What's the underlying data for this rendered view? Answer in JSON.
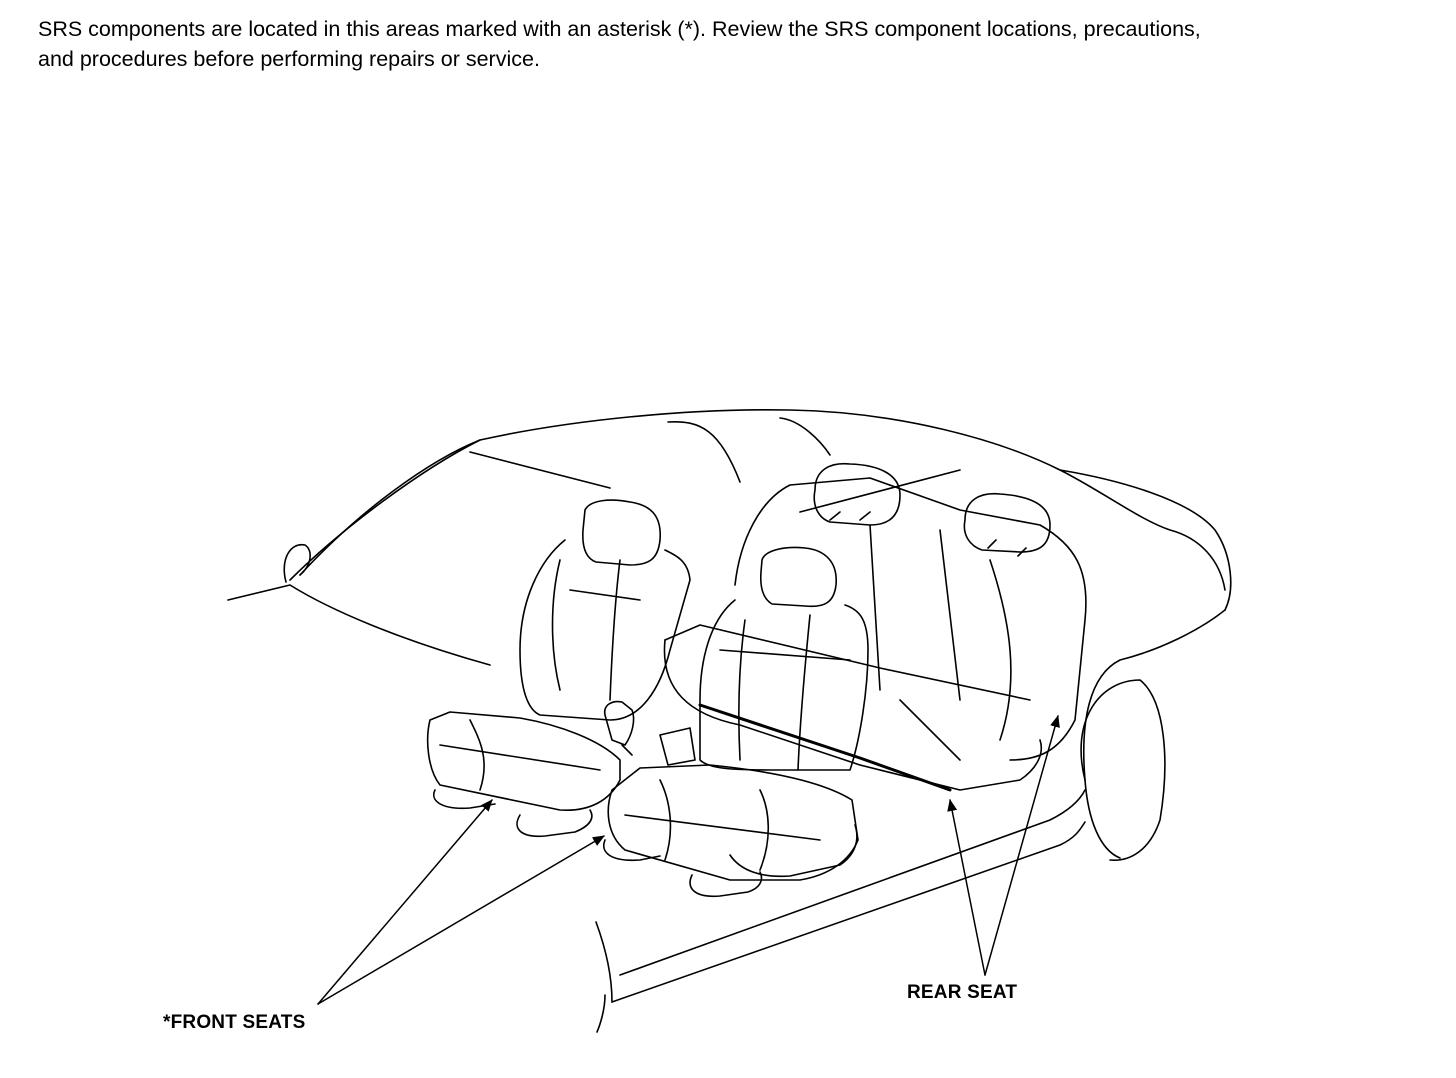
{
  "intro": {
    "line1": "SRS components are located in this areas marked with an asterisk (*). Review the SRS component locations, precautions,",
    "line2": "and procedures before performing repairs or service."
  },
  "labels": {
    "front_seats": "*FRONT SEATS",
    "rear_seat": "REAR SEAT"
  }
}
